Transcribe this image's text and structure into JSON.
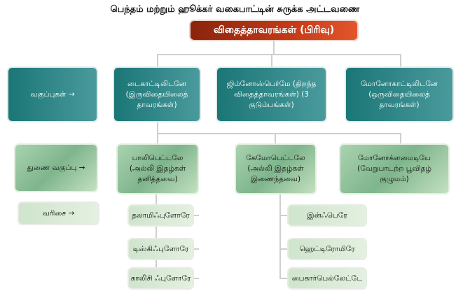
{
  "title": "பெந்தம் மற்றும் ஹூக்கர் வகைபாட்டின் சுருக்க அட்டவணை",
  "root": "விதைத்தாவரங்கள் (பிரிவு)",
  "row_labels": {
    "class": "வகுப்புகள் →",
    "subclass": "துணை வகுப்பு →",
    "series": "வரிசை →"
  },
  "classes": [
    "டைகாட்டிலிடனே (இருவிதையிலைத் தாவரங்கள்)",
    "ஜிம்னோஸ்பெர்மே (திறந்த விதைத்தாவரங்கள்) (3 குடும்பங்கள்)",
    "மோனோகாட்டிலிடனே (ஒருவிதையிலைத் தாவரங்கள்)"
  ],
  "subclasses": [
    "பாலிபெட்டலே (அல்லி இதழ்கள் தனித்தவை)",
    "கேமோபெட்டலே (அல்லி இதழ்கள் இணைந்தவை)",
    "மோனோக்ளமைடியே (வேறுபாடற்ற பூவிதழ் குழுமம்)"
  ],
  "polypetalae_series": [
    "தலாமிஃபுளோரே",
    "டிஸ்கிஃபுளோரே",
    "காலிசி ஃபுளோரே"
  ],
  "gamopetalae_series": [
    "இன்ஃபெரே",
    "ஹெட்டிரோமிரே",
    "பைகார்பெல்லேட்டே"
  ]
}
